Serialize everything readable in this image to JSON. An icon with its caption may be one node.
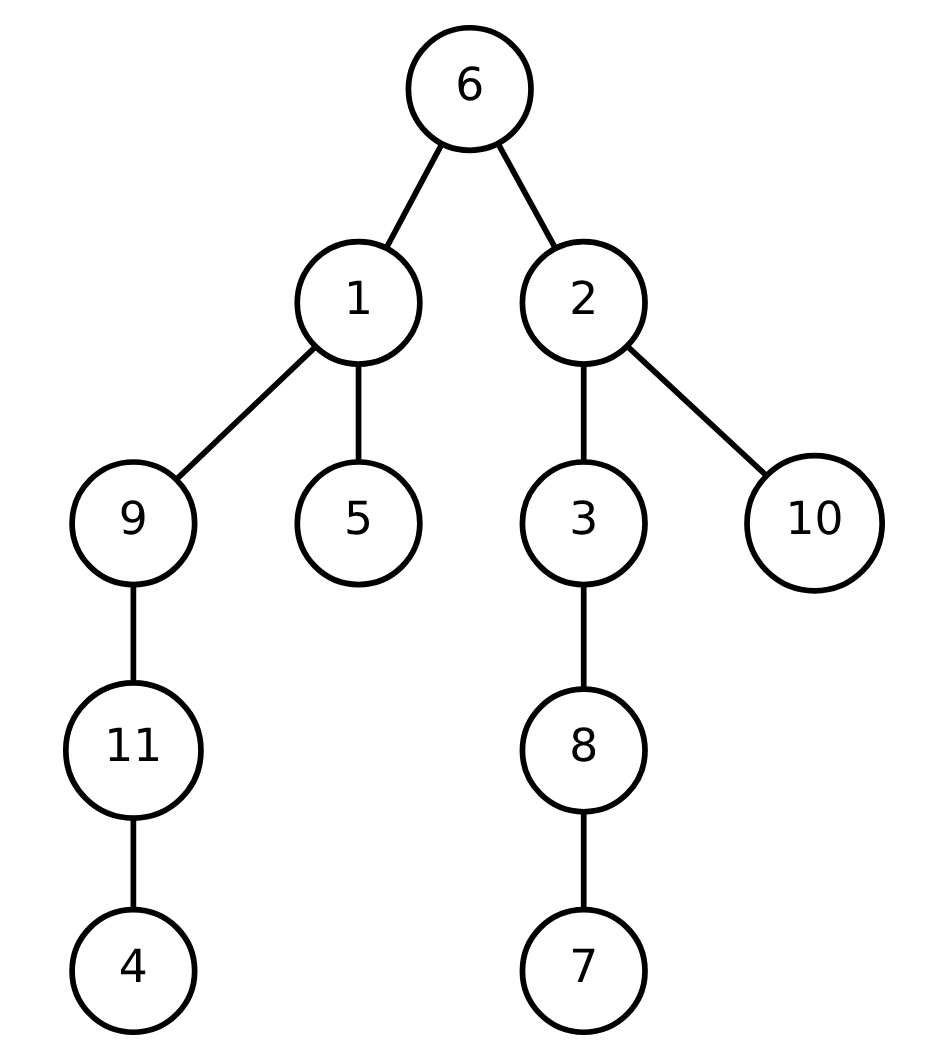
{
  "diagram": {
    "nodes": [
      {
        "text": [
          "6"
        ]
      },
      {
        "text": [
          "1"
        ]
      },
      {
        "text": [
          "2"
        ]
      },
      {
        "text": [
          "9"
        ]
      },
      {
        "text": [
          "5"
        ]
      },
      {
        "text": [
          "3"
        ]
      },
      {
        "text": [
          "10"
        ]
      },
      {
        "text": [
          "11"
        ]
      },
      {
        "text": [
          "8"
        ]
      },
      {
        "text": [
          "4"
        ]
      },
      {
        "text": [
          "7"
        ]
      }
    ],
    "edges": [
      {
        "from": 0,
        "to": 1,
        "arrow": "none"
      },
      {
        "from": 0,
        "to": 2,
        "arrow": "none"
      },
      {
        "from": 1,
        "to": 3,
        "arrow": "none"
      },
      {
        "from": 1,
        "to": 4,
        "arrow": "none"
      },
      {
        "from": 2,
        "to": 5,
        "arrow": "none"
      },
      {
        "from": 2,
        "to": 6,
        "arrow": "none"
      },
      {
        "from": 3,
        "to": 7,
        "arrow": "none"
      },
      {
        "from": 5,
        "to": 8,
        "arrow": "none"
      },
      {
        "from": 7,
        "to": 9,
        "arrow": "none"
      },
      {
        "from": 8,
        "to": 10,
        "arrow": "none"
      }
    ]
  }
}
